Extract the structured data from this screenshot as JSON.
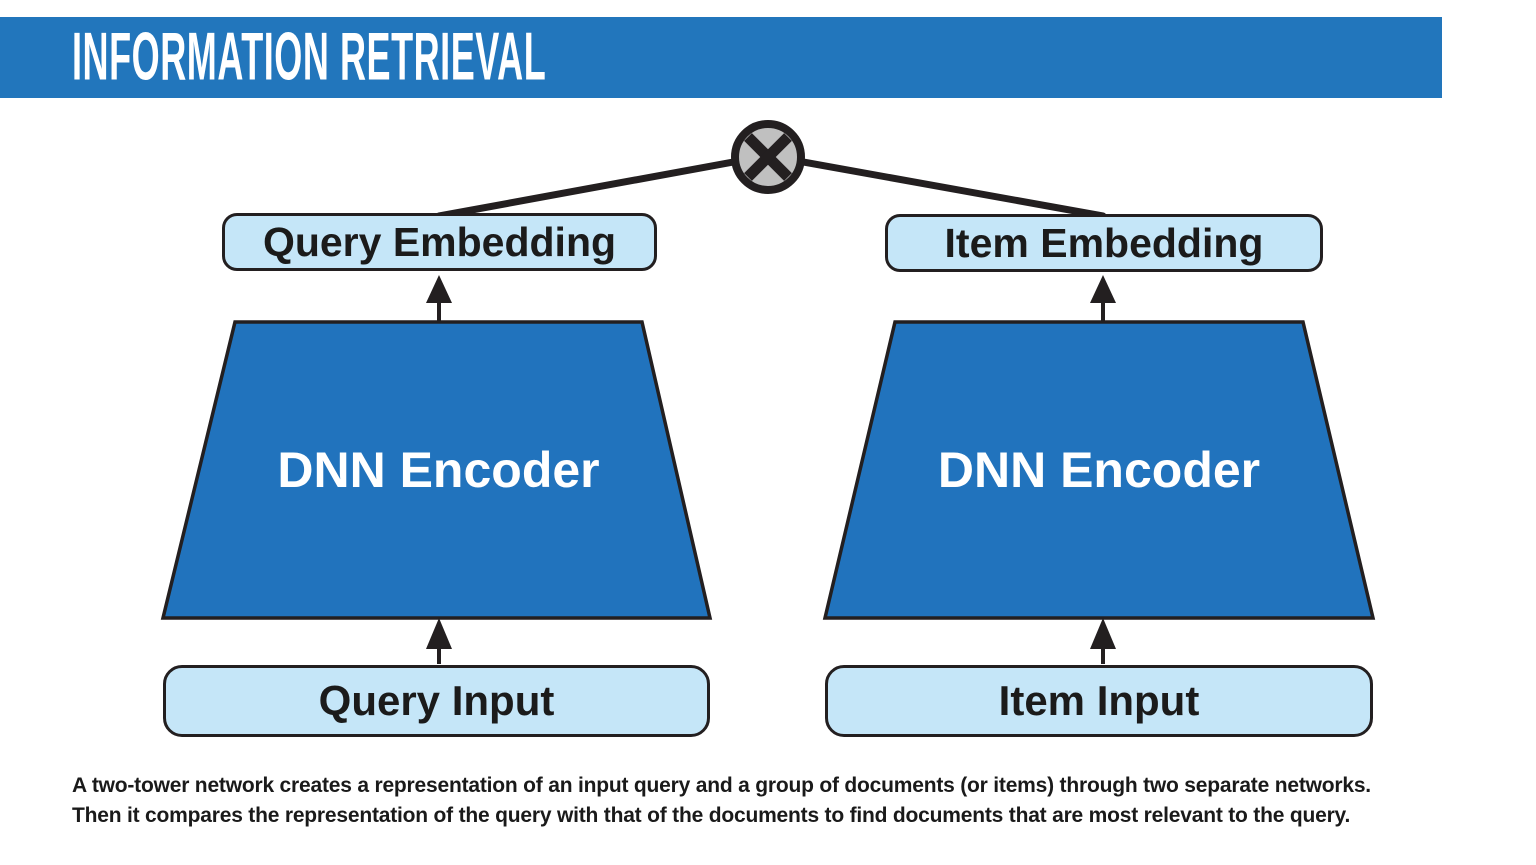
{
  "header": {
    "title": "INFORMATION RETRIEVAL",
    "bar_color": "#2276bc",
    "title_color": "#ffffff"
  },
  "diagram": {
    "operator": {
      "icon": "circled-x-similarity-operator",
      "fill": "#c0c0c0",
      "stroke": "#231f20"
    },
    "colors": {
      "encoder_fill": "#2173bd",
      "label_box_fill": "#c5e6f8",
      "stroke": "#231f20",
      "encoder_text": "#ffffff",
      "label_text": "#1b1b1b"
    },
    "towers": [
      {
        "embedding_label": "Query Embedding",
        "encoder_label": "DNN Encoder",
        "input_label": "Query Input"
      },
      {
        "embedding_label": "Item Embedding",
        "encoder_label": "DNN Encoder",
        "input_label": "Item Input"
      }
    ]
  },
  "caption": {
    "line1": "A two-tower network creates a representation of an input query and a group of documents (or items) through two separate networks.",
    "line2": "Then it compares the representation of the query with that of the documents to find documents that are most relevant to the query."
  }
}
